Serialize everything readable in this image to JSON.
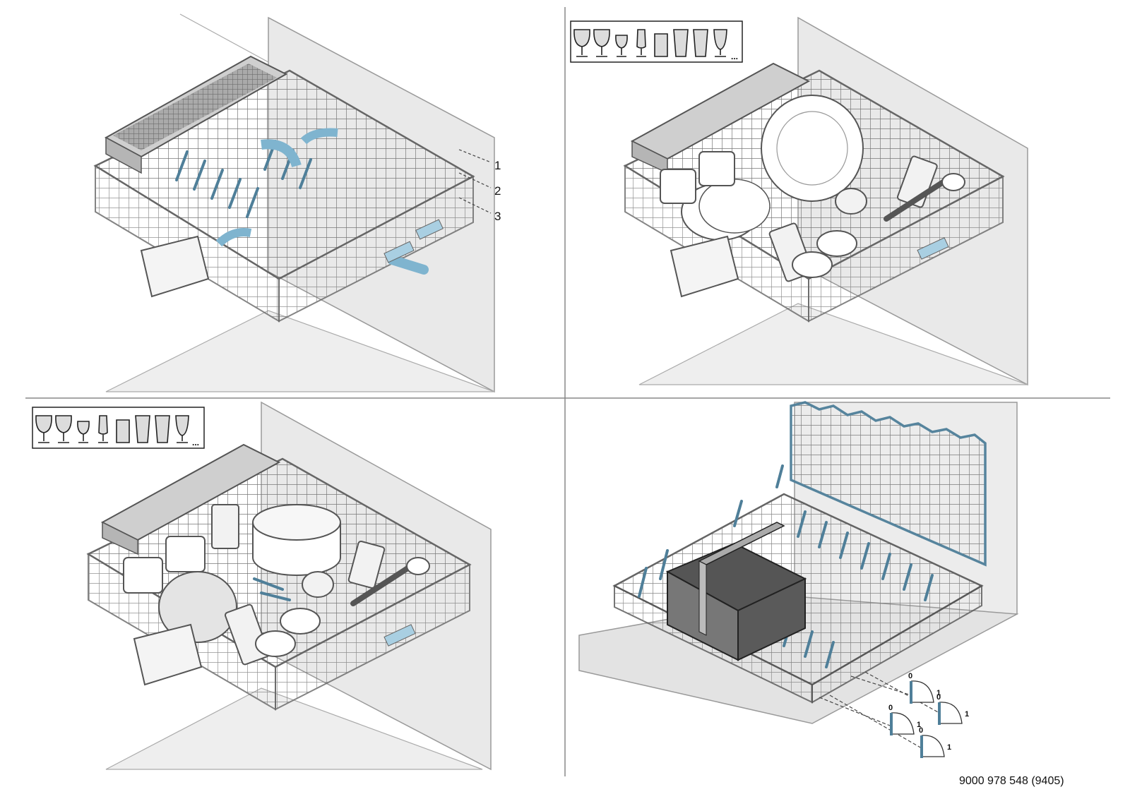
{
  "panels": {
    "top_left": {
      "callouts": [
        "1",
        "2",
        "3"
      ]
    },
    "top_right": {
      "glass_icons": [
        "wine-glass-icon",
        "wine-glass-icon",
        "small-wine-glass-icon",
        "flute-glass-icon",
        "tumbler-icon",
        "tall-glass-icon",
        "tall-glass-icon",
        "champagne-flute-icon"
      ],
      "more_label": "..."
    },
    "bottom_left": {
      "glass_icons": [
        "wine-glass-icon",
        "wine-glass-icon",
        "small-wine-glass-icon",
        "flute-glass-icon",
        "tumbler-icon",
        "tall-glass-icon",
        "tall-glass-icon",
        "champagne-flute-icon"
      ],
      "more_label": "..."
    },
    "bottom_right": {
      "positions": [
        {
          "from": "0",
          "to": "1"
        },
        {
          "from": "0",
          "to": "1"
        },
        {
          "from": "0",
          "to": "1"
        },
        {
          "from": "0",
          "to": "1"
        }
      ]
    }
  },
  "colors": {
    "accent": "#7fb4cf",
    "wire": "#6b6b6b",
    "cabinet": "#e6e6e6"
  },
  "document_number": "9000 978 548 (9405)"
}
